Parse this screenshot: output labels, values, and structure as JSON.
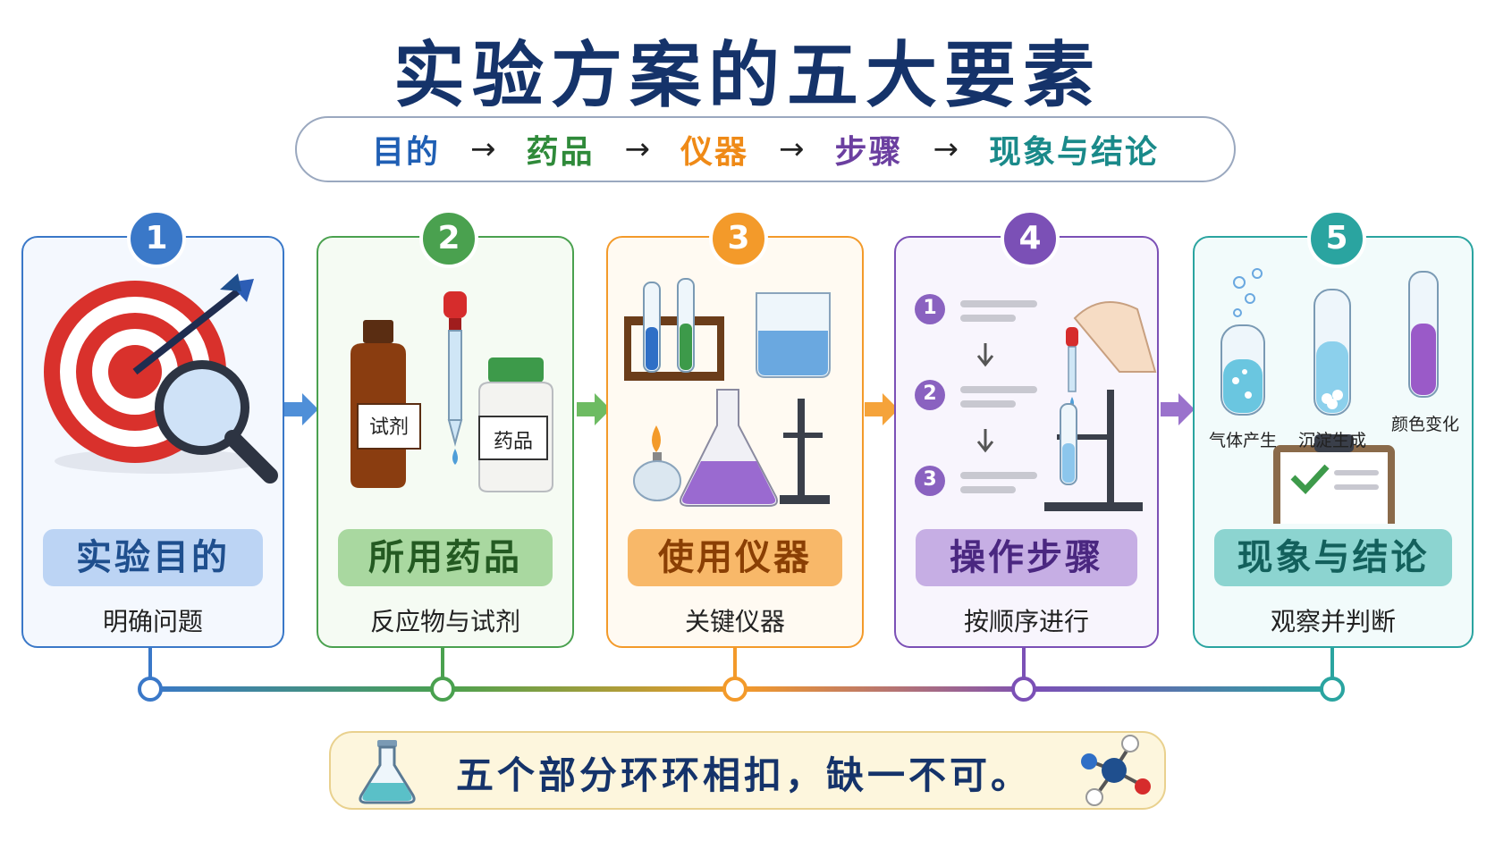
{
  "title": "实验方案的五大要素",
  "flow": {
    "steps": [
      {
        "label": "目的",
        "color": "#1f5fb4"
      },
      {
        "label": "药品",
        "color": "#2f8a3a"
      },
      {
        "label": "仪器",
        "color": "#ef8a17"
      },
      {
        "label": "步骤",
        "color": "#6b3fa0"
      },
      {
        "label": "现象与结论",
        "color": "#1a8a8a"
      }
    ],
    "arrow": "→"
  },
  "cards": [
    {
      "number": "1",
      "title": "实验目的",
      "subtitle": "明确问题",
      "color": "#3a78c8",
      "pill_bg": "#bcd4f4",
      "pill_text": "#1f4f8e",
      "bg": "#f4f8fe"
    },
    {
      "number": "2",
      "title": "所用药品",
      "subtitle": "反应物与试剂",
      "color": "#4aa14f",
      "pill_bg": "#a9d8a0",
      "pill_text": "#245a22",
      "bg": "#f5fbf3"
    },
    {
      "number": "3",
      "title": "使用仪器",
      "subtitle": "关键仪器",
      "color": "#f39a2a",
      "pill_bg": "#f8b869",
      "pill_text": "#8a3f04",
      "bg": "#fffaf2"
    },
    {
      "number": "4",
      "title": "操作步骤",
      "subtitle": "按顺序进行",
      "color": "#7b50b6",
      "pill_bg": "#c6aee4",
      "pill_text": "#4a2780",
      "bg": "#f8f5fd"
    },
    {
      "number": "5",
      "title": "现象与结论",
      "subtitle": "观察并判断",
      "color": "#2aa4a0",
      "pill_bg": "#8cd4d0",
      "pill_text": "#13605c",
      "bg": "#f2fbfb"
    }
  ],
  "labels": {
    "bottle1": "试剂",
    "bottle2": "药品",
    "step_numbers": [
      "1",
      "2",
      "3"
    ],
    "observations": [
      "气体产生",
      "沉淀生成",
      "颜色变化"
    ]
  },
  "bottom_text": "五个部分环环相扣，缺一不可。"
}
